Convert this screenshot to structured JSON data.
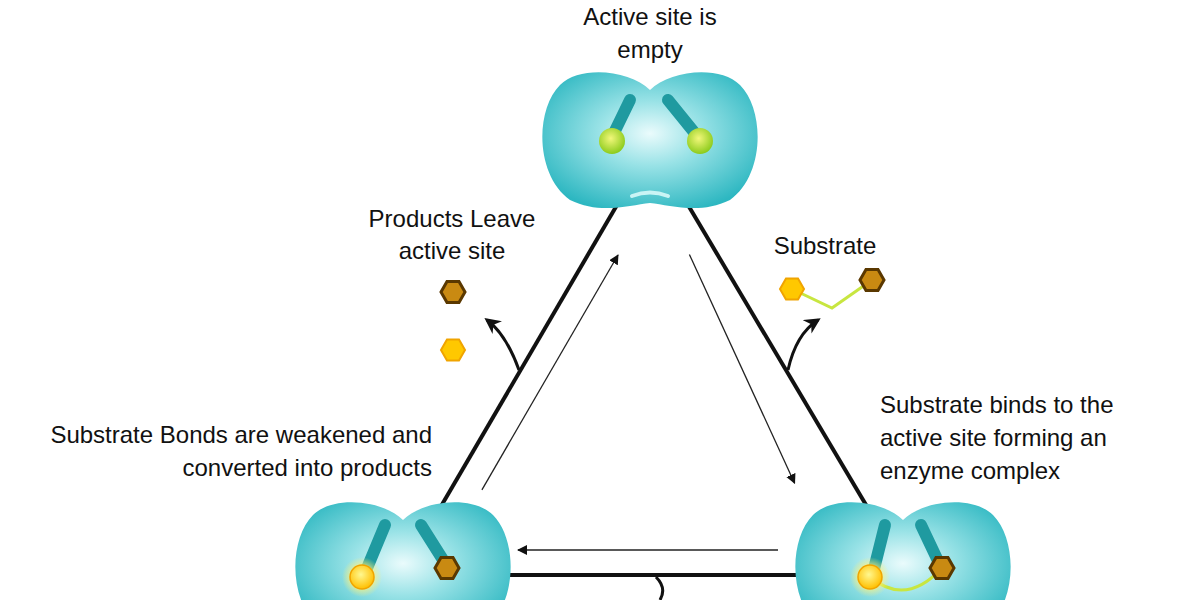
{
  "diagram": {
    "nodes": [
      {
        "text": [
          "Active site is empty"
        ]
      },
      {
        "text": [
          "Substrate Bonds are weakened and converted into products"
        ]
      },
      {
        "text": [
          "Substrate binds to the active site forming an enzyme complex"
        ]
      }
    ],
    "edges": [
      {
        "from": 0,
        "to": 2,
        "arrow": "to"
      },
      {
        "from": 2,
        "to": 1,
        "arrow": "to"
      },
      {
        "from": 1,
        "to": 0,
        "arrow": "to"
      }
    ],
    "labels": [
      "Products Leave active site",
      "Substrate"
    ]
  }
}
